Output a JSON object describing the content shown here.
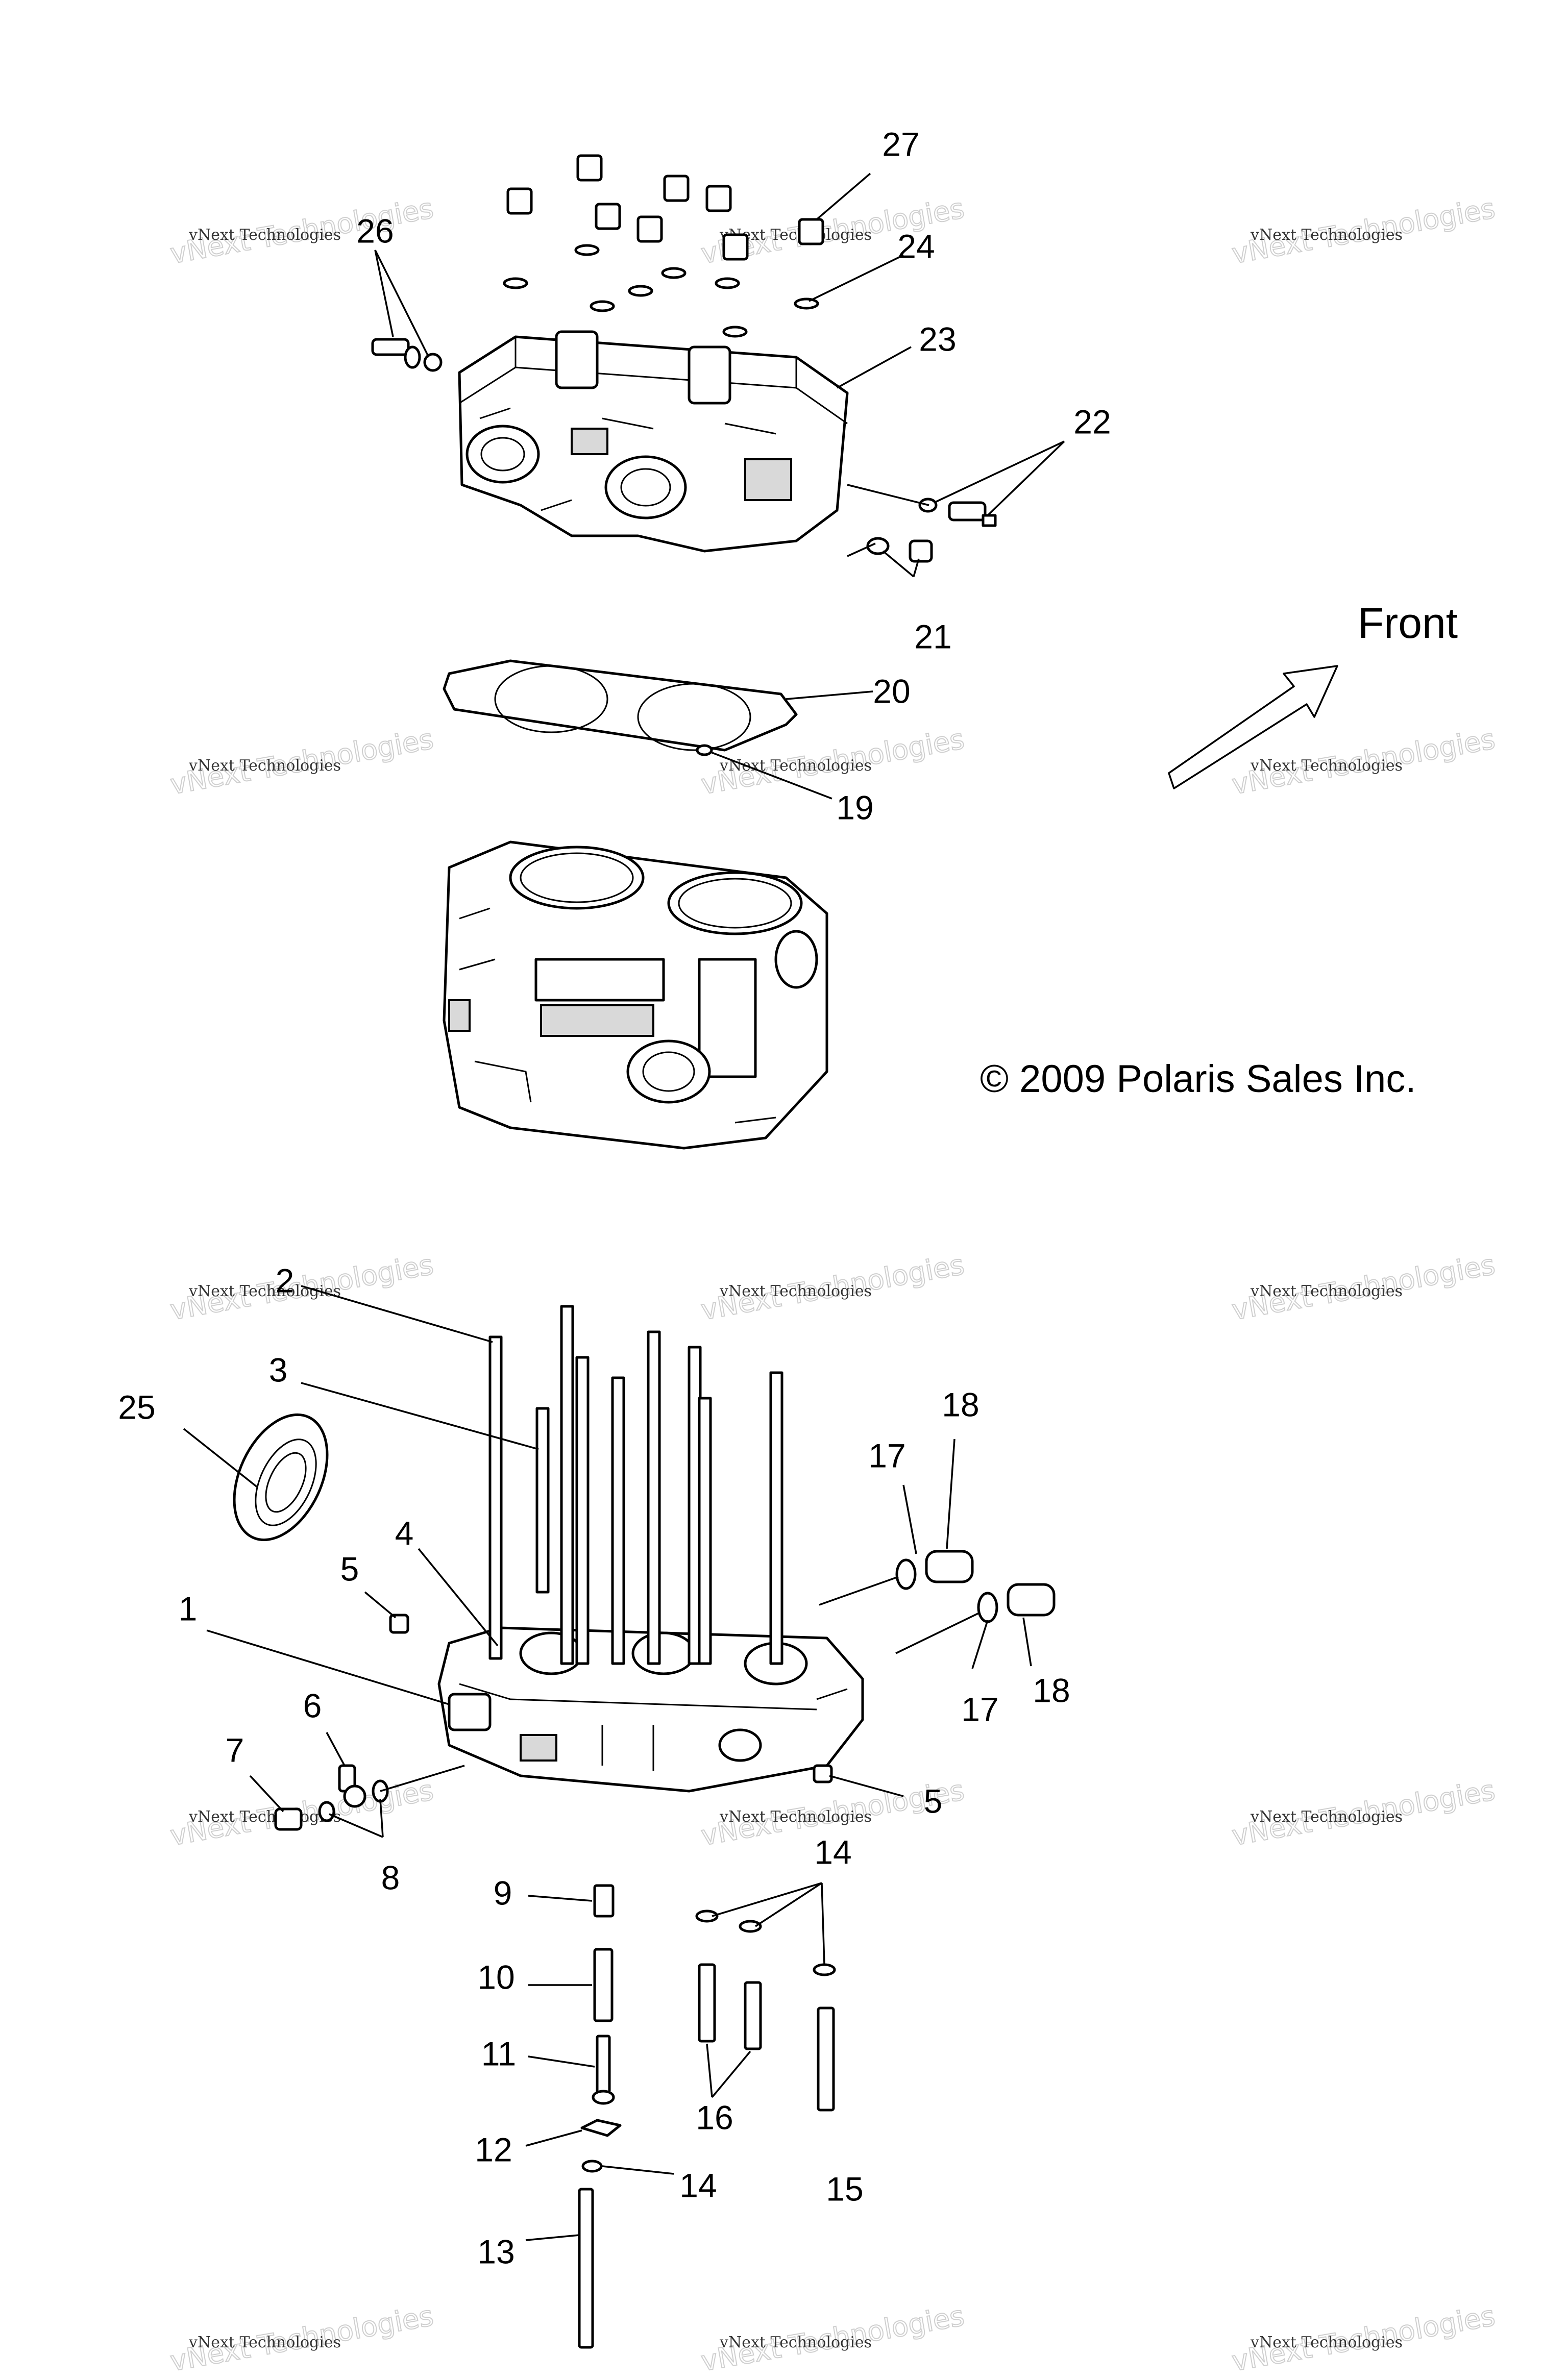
{
  "labels": {
    "l1": "1",
    "l2": "2",
    "l3": "3",
    "l4": "4",
    "l5a": "5",
    "l5b": "5",
    "l6": "6",
    "l7": "7",
    "l8": "8",
    "l9": "9",
    "l10": "10",
    "l11": "11",
    "l12": "12",
    "l13": "13",
    "l14a": "14",
    "l14b": "14",
    "l15": "15",
    "l16": "16",
    "l17a": "17",
    "l17b": "17",
    "l18a": "18",
    "l18b": "18",
    "l19": "19",
    "l20": "20",
    "l21": "21",
    "l22": "22",
    "l23": "23",
    "l24": "24",
    "l25": "25",
    "l26": "26",
    "l27": "27"
  },
  "front_label": "Front",
  "copyright": "© 2009 Polaris Sales Inc.",
  "watermark": {
    "line1": "vNext Technologies",
    "line2": "vNext Technologies"
  }
}
